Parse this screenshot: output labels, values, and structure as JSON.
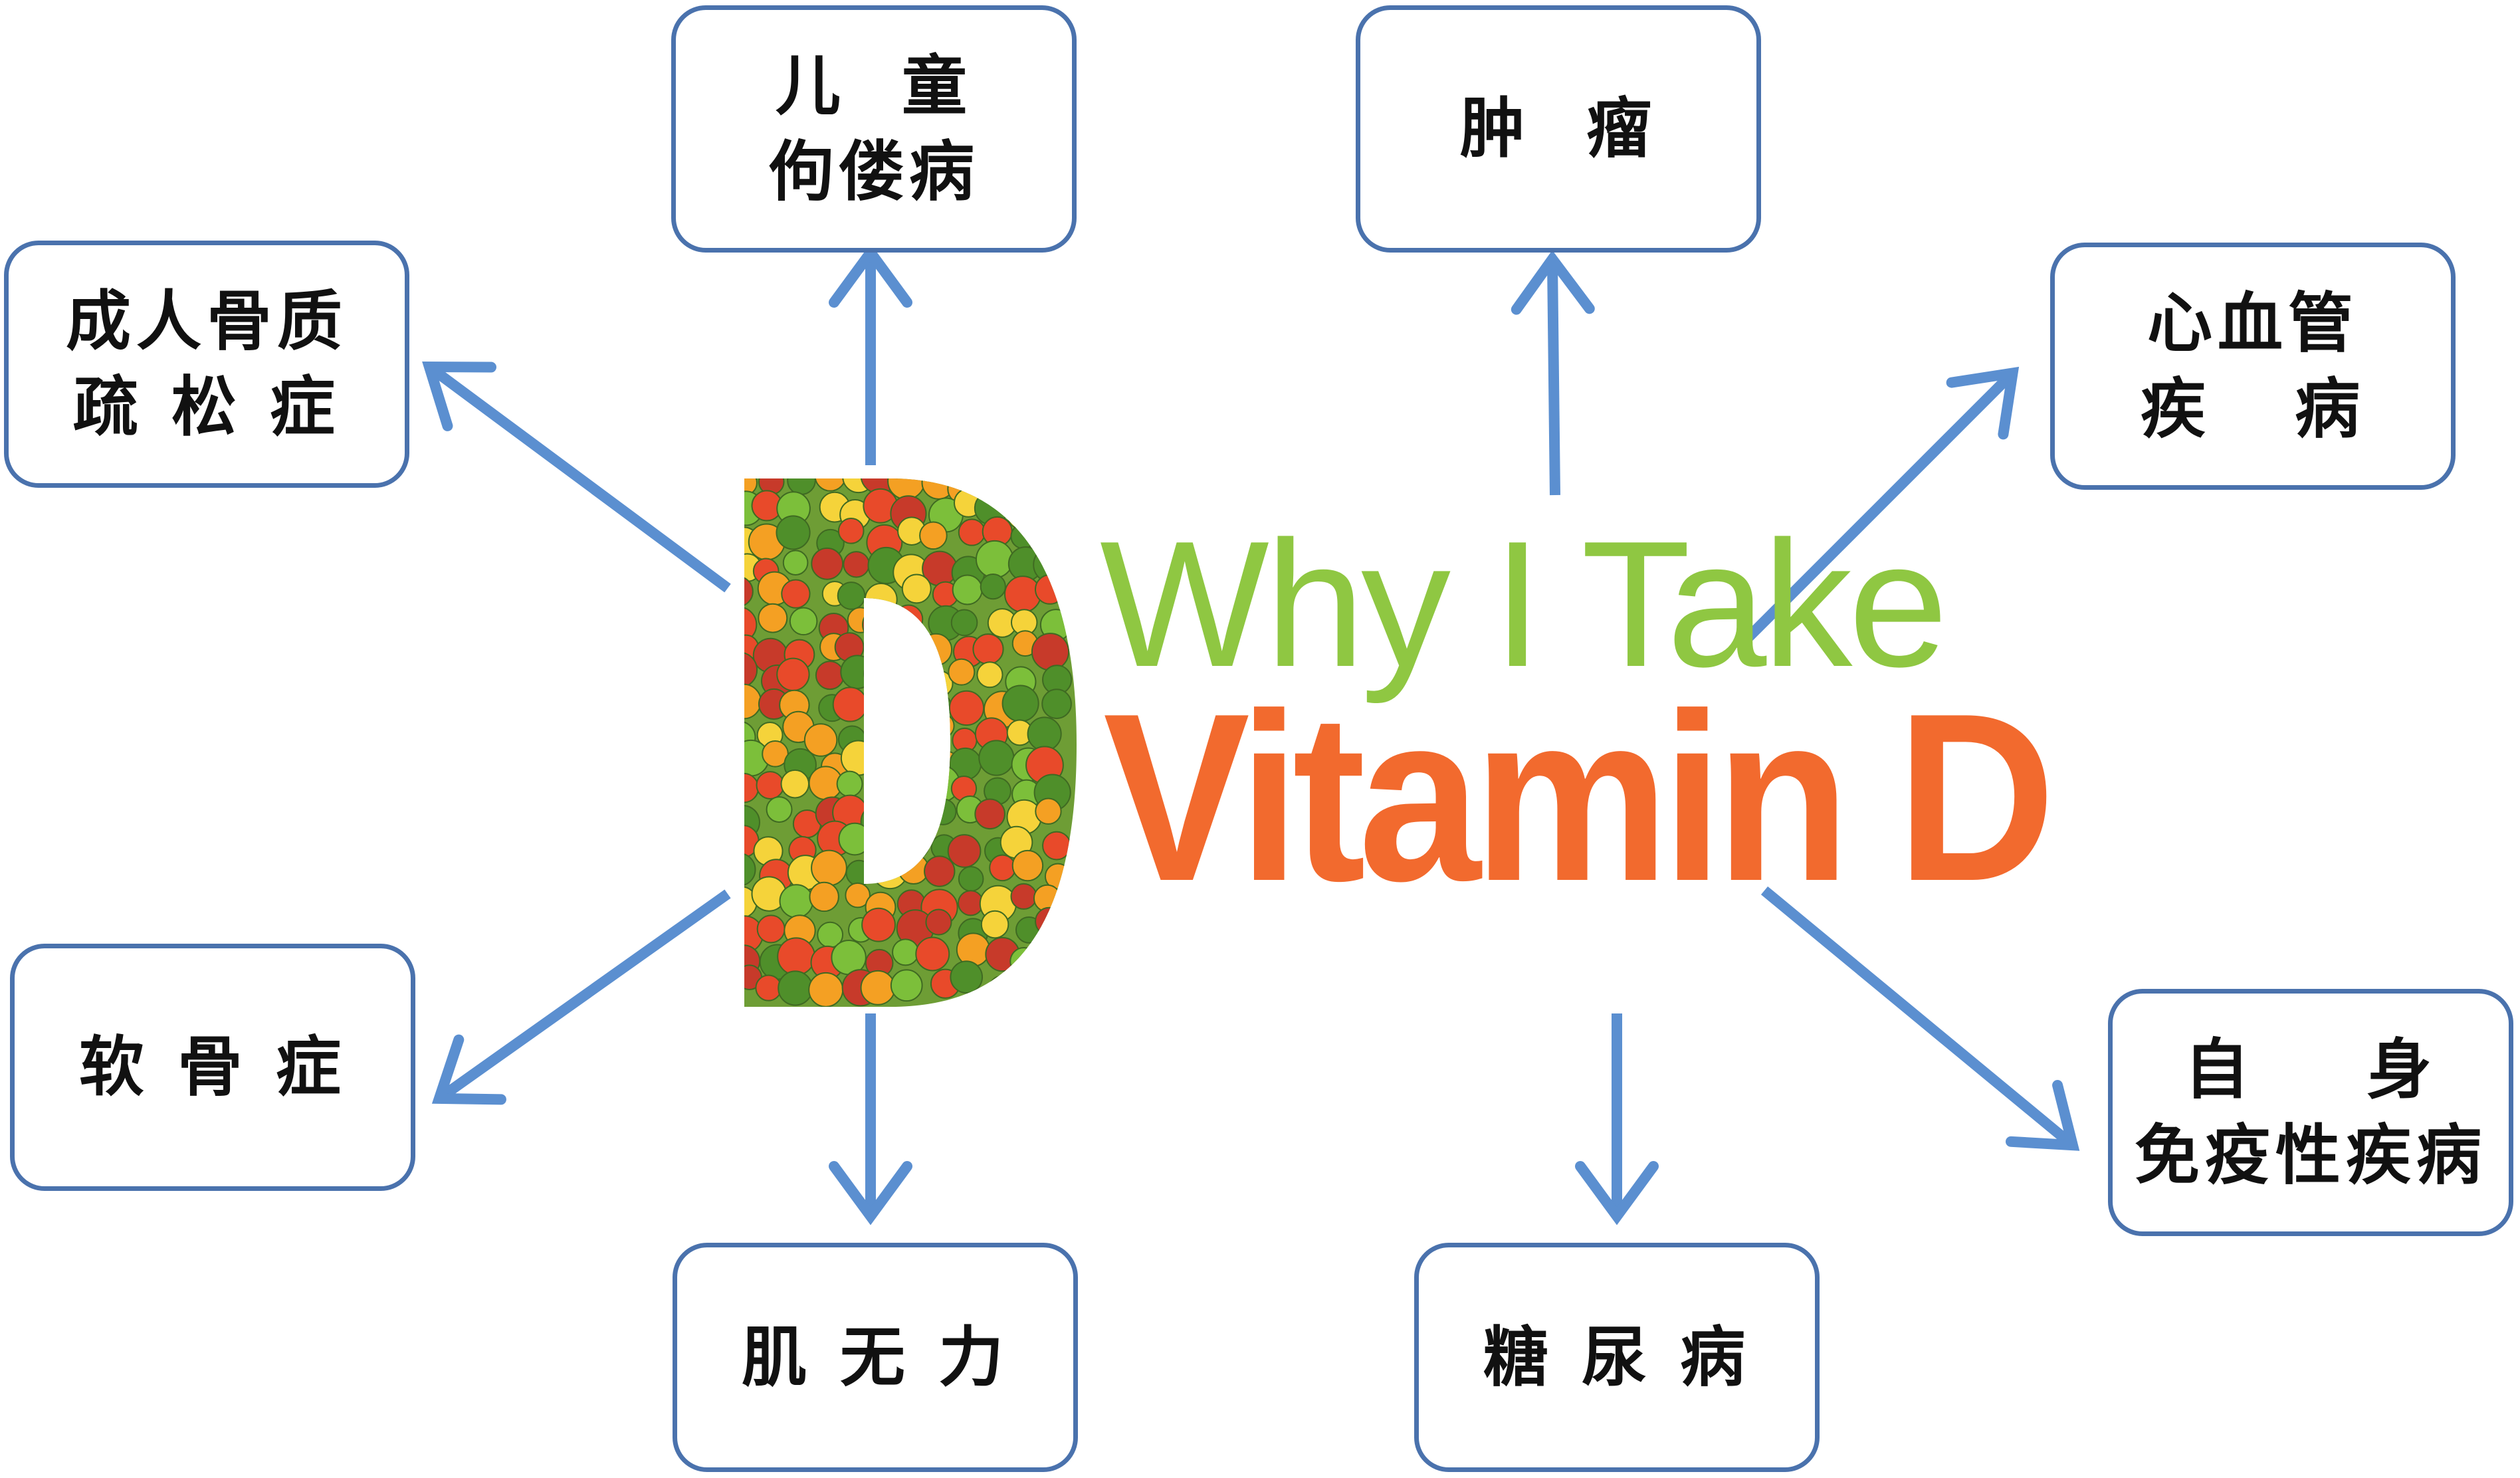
{
  "center": {
    "title_line1": "Why I Take",
    "title_line2": "Vitamin D",
    "emblem_letter": "D",
    "emblem_icon": "fruit-vegetable-letter-icon",
    "emblem_colors": [
      "#e84a2a",
      "#f4a023",
      "#f5d33a",
      "#7cbf3a",
      "#4f8f2a",
      "#c73a2a"
    ]
  },
  "boxes": {
    "rickets": {
      "lines": [
        "儿  童",
        "佝偻病"
      ]
    },
    "tumor": {
      "lines": [
        "肿  瘤"
      ]
    },
    "osteoporosis": {
      "lines": [
        "成人骨质",
        "疏 松 症"
      ]
    },
    "cardiovascular": {
      "lines": [
        "心血管",
        "疾   病"
      ]
    },
    "osteomalacia": {
      "lines": [
        "软 骨 症"
      ]
    },
    "autoimmune": {
      "lines": [
        "自    身",
        "免疫性疾病"
      ]
    },
    "muscle_weakness": {
      "lines": [
        "肌 无 力"
      ]
    },
    "diabetes": {
      "lines": [
        "糖 尿 病"
      ]
    }
  },
  "colors": {
    "arrow": "#5b8fd0",
    "box_border": "#4a72ad",
    "title_green": "#8fc742",
    "title_orange": "#f26a2e"
  }
}
